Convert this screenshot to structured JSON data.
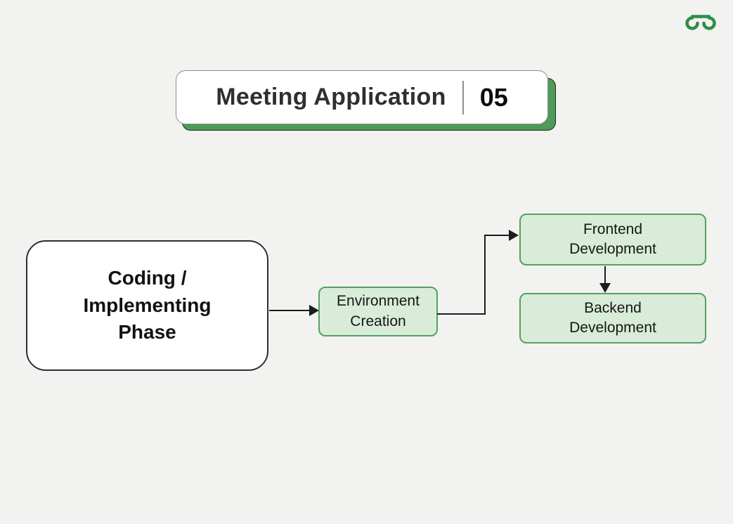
{
  "header": {
    "logo": {
      "name": "GeeksforGeeks",
      "color": "#2f8d46"
    }
  },
  "title_card": {
    "title": "Meeting Application",
    "number": "05"
  },
  "flowchart": {
    "coding": {
      "label": "Coding /\nImplementing\nPhase"
    },
    "environment": {
      "label": "Environment\nCreation"
    },
    "frontend": {
      "label": "Frontend\nDevelopment"
    },
    "backend": {
      "label": "Backend\nDevelopment"
    },
    "flow": "Coding / Implementing Phase -> Environment Creation -> Frontend Development -> Backend Development"
  },
  "colors": {
    "background": "#f2f2f0",
    "title_shadow_green": "#4d9b57",
    "node_green_fill": "#d8ecd9",
    "node_green_border": "#57a05e",
    "node_white_border": "#2e2e2e",
    "arrow": "#1c1c1c",
    "logo_green": "#2f8d46"
  }
}
